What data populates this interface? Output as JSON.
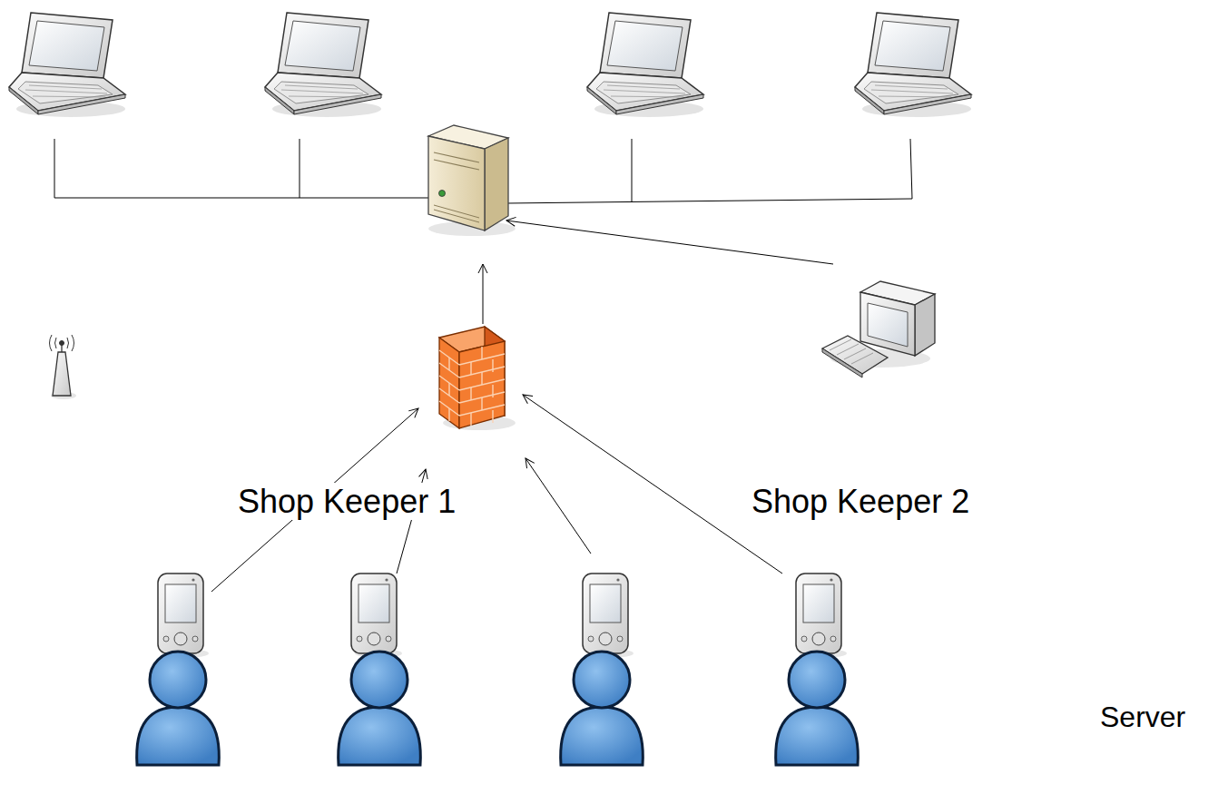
{
  "diagram": {
    "labels": [
      "Shop Keeper 1",
      "Shop Keeper 2",
      "Server"
    ]
  }
}
